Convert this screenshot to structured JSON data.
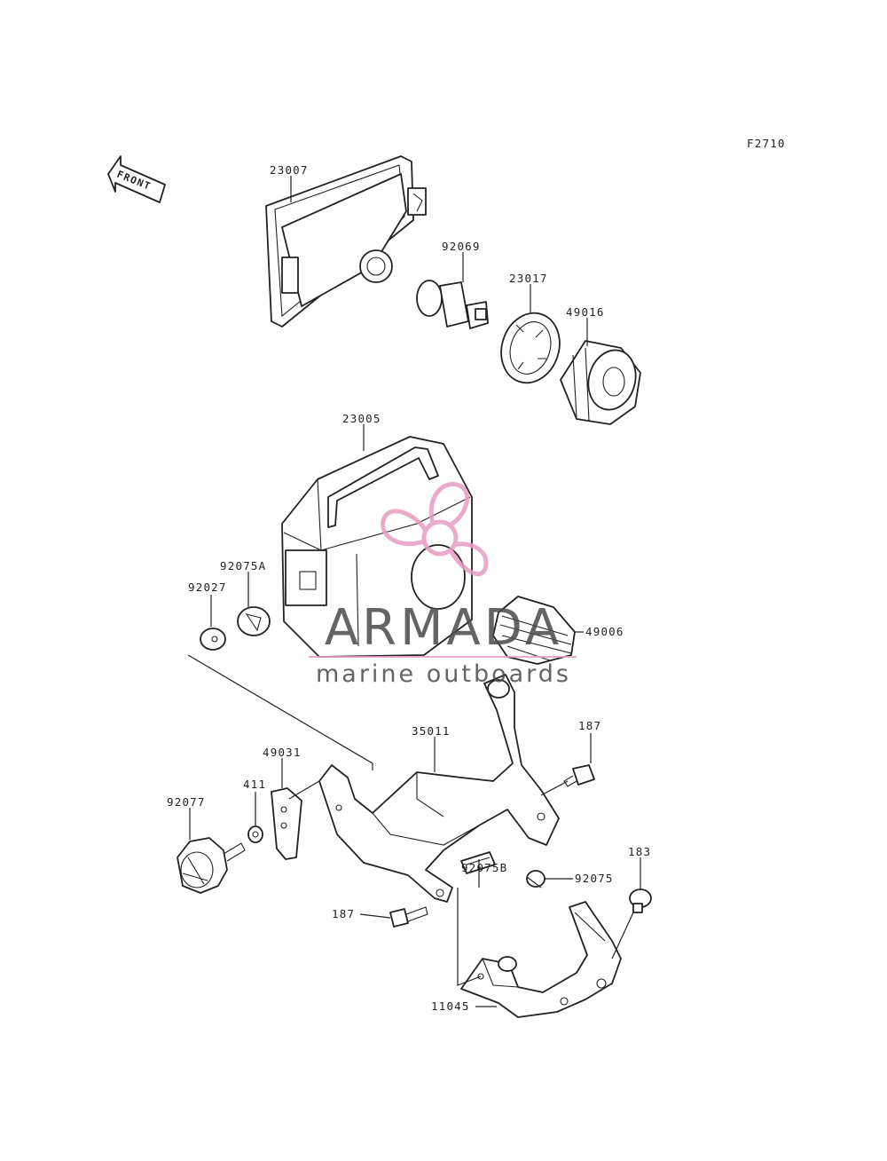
{
  "diagram": {
    "ref_code": "F2710",
    "front_label": "FRONT",
    "callouts": {
      "c23007": "23007",
      "c92069": "92069",
      "c23017": "23017",
      "c49016": "49016",
      "c23005": "23005",
      "c92075A": "92075A",
      "c92027": "92027",
      "c49006": "49006",
      "c35011": "35011",
      "c187a": "187",
      "c49031": "49031",
      "c411": "411",
      "c92077": "92077",
      "c92075": "92075",
      "c183": "183",
      "c92075B": "92075B",
      "c187b": "187",
      "c11045": "11045"
    }
  },
  "watermark": {
    "brand": "ARMADA",
    "tagline": "marine outboards",
    "brand_color": "#4a4a4a",
    "accent_color": "#e79cc0"
  }
}
